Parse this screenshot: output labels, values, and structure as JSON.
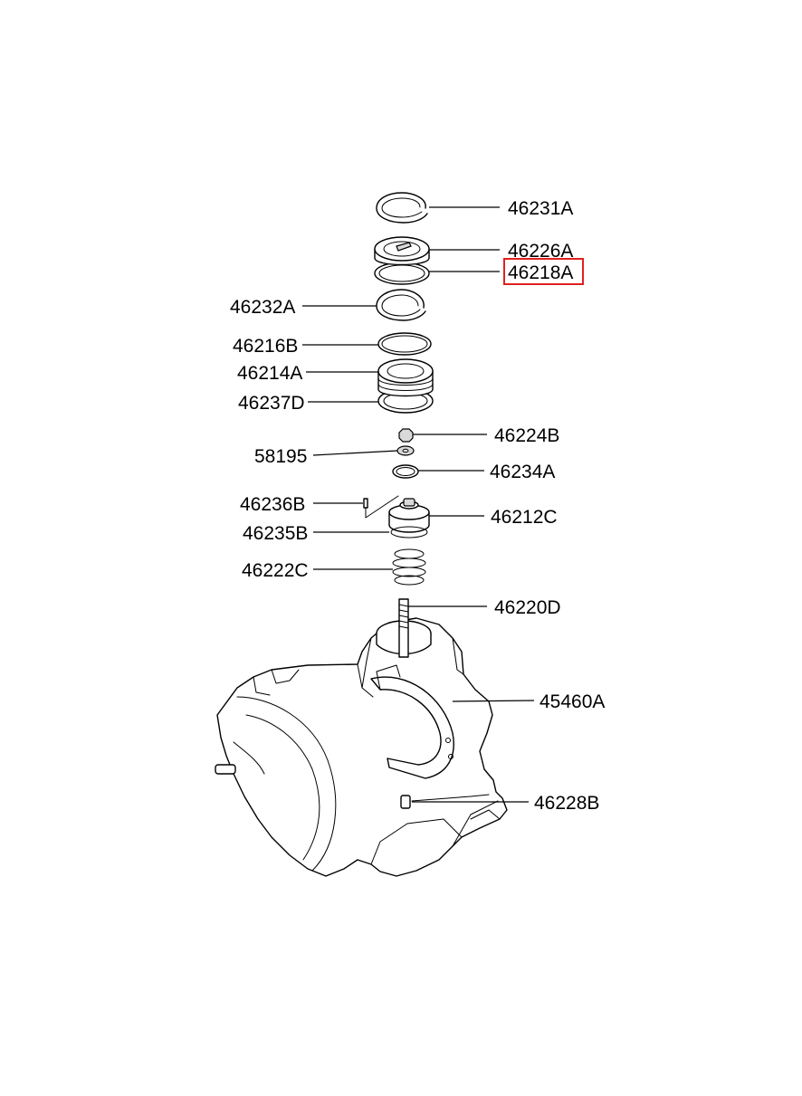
{
  "diagram": {
    "highlight_color": "#e02020",
    "highlighted_part": "46218A",
    "callouts": {
      "p46231A": "46231A",
      "p46226A": "46226A",
      "p46218A": "46218A",
      "p46232A": "46232A",
      "p46216B": "46216B",
      "p46214A": "46214A",
      "p46237D": "46237D",
      "p46224B": "46224B",
      "p58195": "58195",
      "p46234A": "46234A",
      "p46236B": "46236B",
      "p46212C": "46212C",
      "p46235B": "46235B",
      "p46222C": "46222C",
      "p46220D": "46220D",
      "p45460A": "45460A",
      "p46228B": "46228B"
    }
  }
}
